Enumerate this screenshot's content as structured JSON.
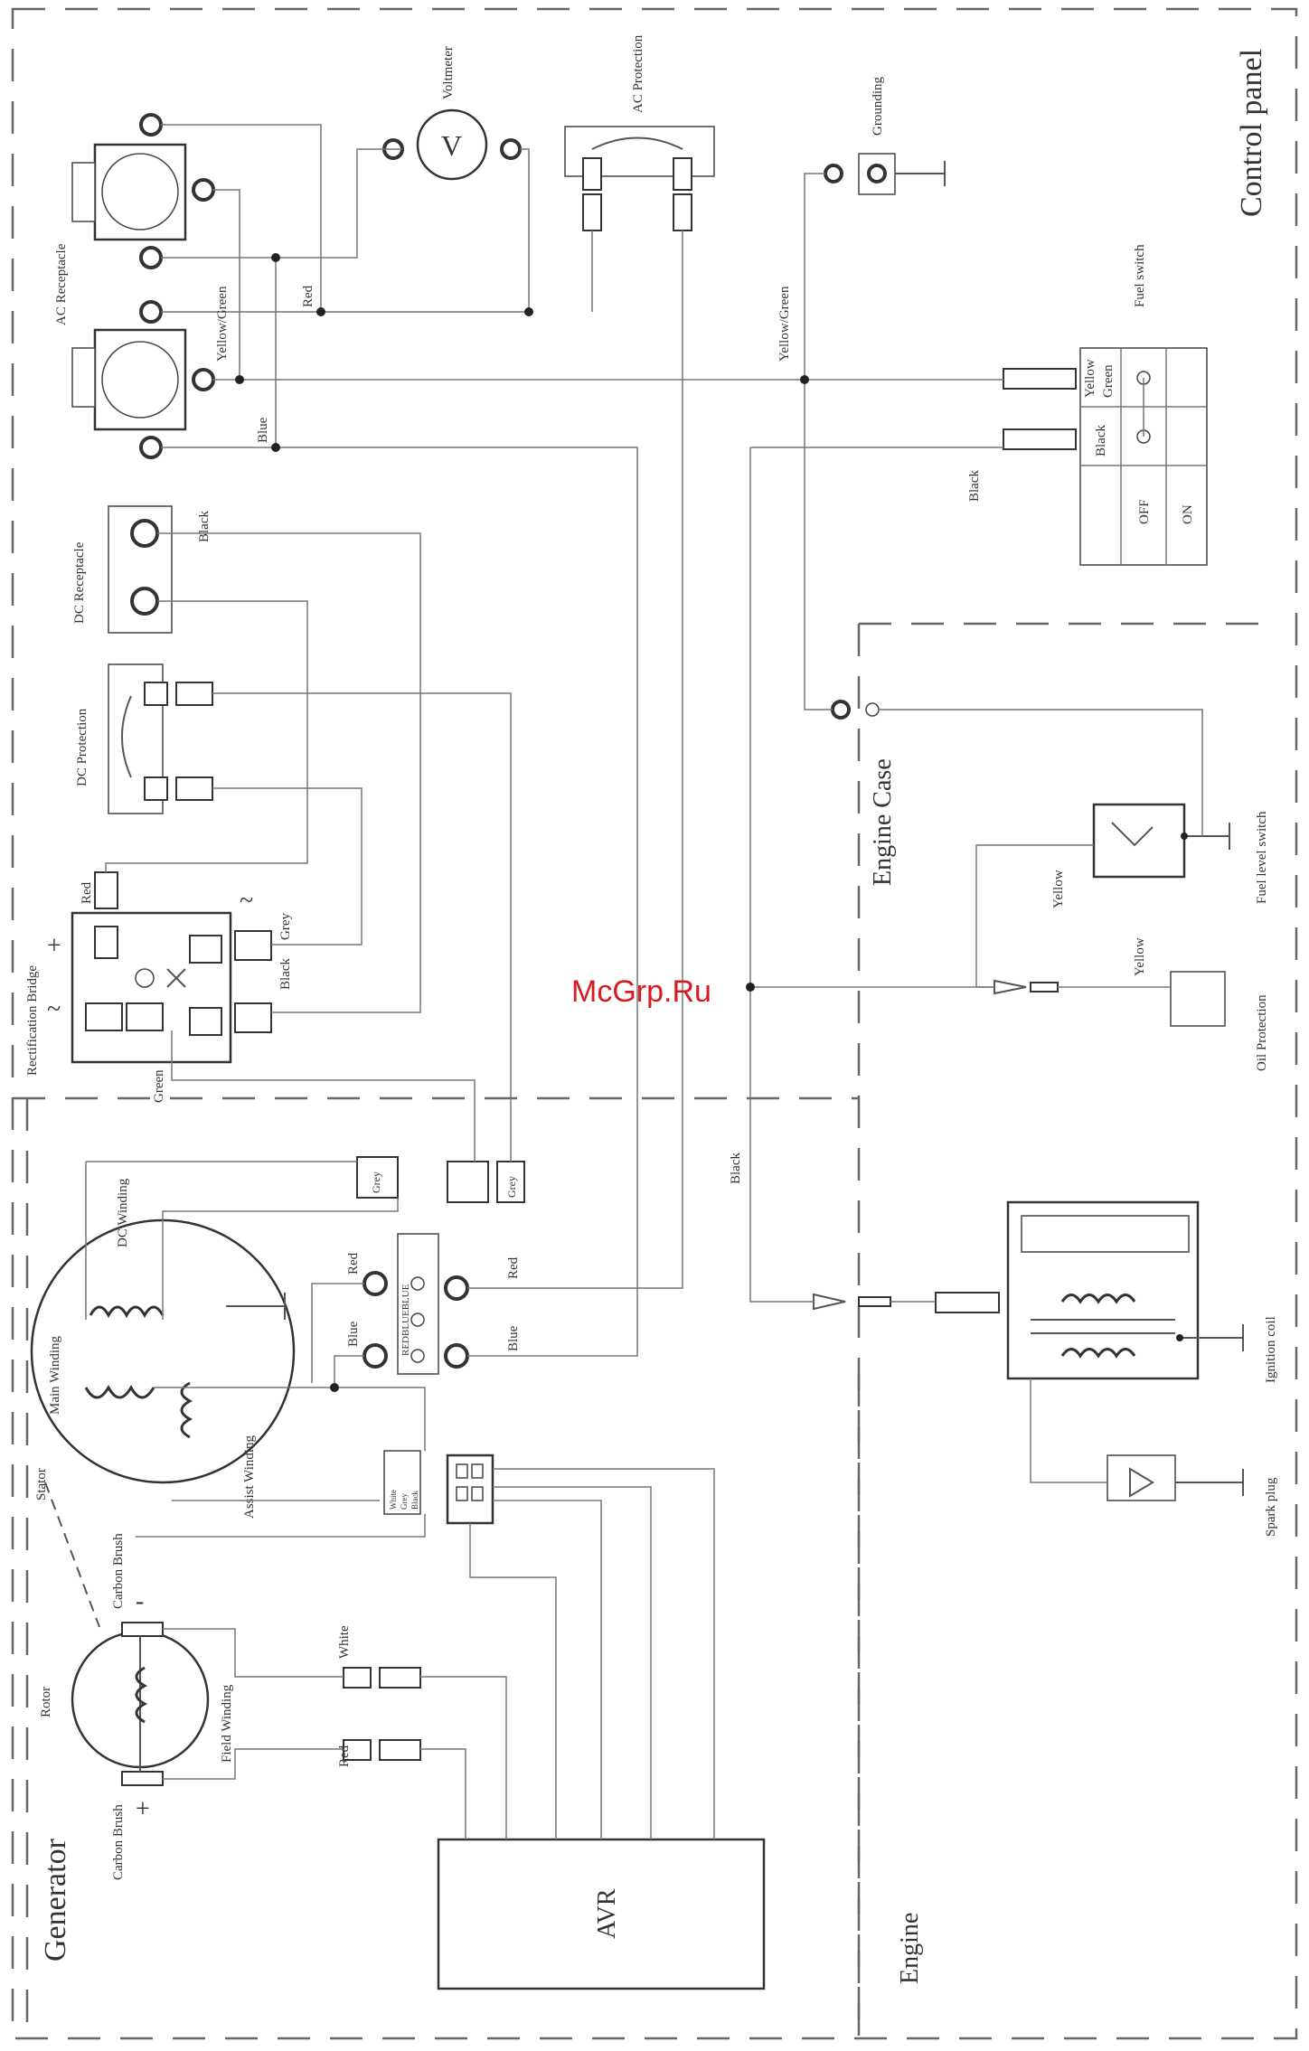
{
  "sections": {
    "control_panel": "Control panel",
    "engine_case": "Engine Case",
    "generator": "Generator",
    "engine": "Engine"
  },
  "components": {
    "ac_receptacle": "AC Receptacle",
    "voltmeter": "Voltmeter",
    "voltmeter_symbol": "V",
    "ac_protection": "AC Protection",
    "grounding": "Grounding",
    "fuel_switch": "Fuel switch",
    "dc_receptacle": "DC Receptacle",
    "dc_protection": "DC Protection",
    "rectification_bridge": "Rectification Bridge",
    "dc_winding": "DC Winding",
    "main_winding": "Main Winding",
    "assist_winding": "Assist Winding",
    "stator": "Stator",
    "rotor": "Rotor",
    "field_winding": "Field Winding",
    "carbon_brush_top": "Carbon Brush",
    "carbon_brush_bottom": "Carbon Brush",
    "avr": "AVR",
    "fuel_level_switch": "Fuel level switch",
    "oil_protection": "Oil Protection",
    "ignition_coil": "Ignition coil",
    "spark_plug": "Spark plug"
  },
  "fuel_switch_table": {
    "yellow": "Yellow",
    "green": "Green",
    "black": "Black",
    "off": "OFF",
    "on": "ON"
  },
  "wire_labels": {
    "yellow_green_panel": "Yellow/Green",
    "red_panel": "Red",
    "blue_panel": "Blue",
    "yellow_green_ground": "Yellow/Green",
    "black_switch": "Black",
    "black_dc": "Black",
    "red_bridge": "Red",
    "grey_bridge": "Grey",
    "black_bridge": "Black",
    "green_bridge": "Green",
    "yellow_fuel": "Yellow",
    "yellow_oil": "Yellow",
    "black_engine": "Black",
    "red_terminal_left": "Red",
    "blue_terminal_left": "Blue",
    "red_terminal_right": "Red",
    "blue_terminal_right": "Blue",
    "white_rotor": "White",
    "red_rotor": "Red",
    "grey_conn_a": "Grey",
    "grey_conn_b": "Grey",
    "terminal_block": "REDBLUEBLUE",
    "plug_a": "White",
    "plug_b": "Grey",
    "plug_c": "Black"
  },
  "polarity": {
    "plus_bridge": "+",
    "tilde_bridge_top": "~",
    "tilde_bridge_bottom": "~",
    "minus_brush": "-",
    "plus_brush": "+"
  },
  "watermark": "McGrp.Ru"
}
